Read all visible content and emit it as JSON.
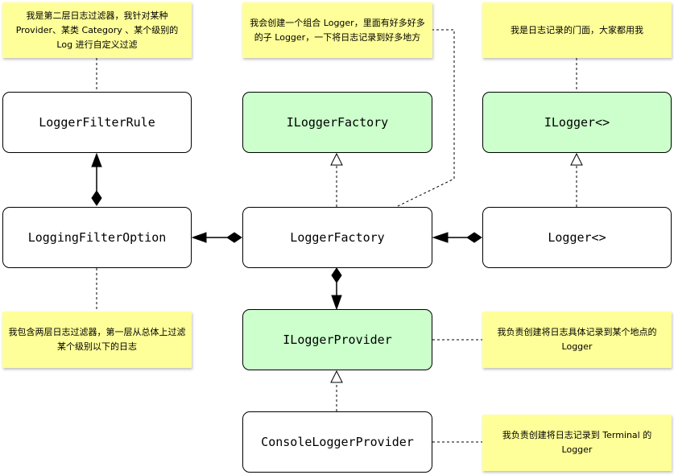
{
  "classes": {
    "logger_filter_rule": "LoggerFilterRule",
    "ilogger_factory": "ILoggerFactory",
    "ilogger": "ILogger<>",
    "logging_filter_option": "LoggingFilterOption",
    "logger_factory": "LoggerFactory",
    "logger": "Logger<>",
    "ilogger_provider": "ILoggerProvider",
    "console_logger_provider": "ConsoleLoggerProvider"
  },
  "notes": {
    "filter_rule": "我是第二层日志过滤器，我针对某种 Provider、某类 Category 、某个级别的 Log 进行自定义过滤",
    "factory": "我会创建一个组合 Logger，里面有好多好多的子 Logger，一下将日志记录到好多地方",
    "logger": "我是日志记录的门面，大家都用我",
    "filter_option": "我包含两层日志过滤器，第一层从总体上过滤某个级别以下的日志",
    "provider": "我负责创建将日志具体记录到某个地点的 Logger",
    "console_provider": "我负责创建将日志记录到 Terminal 的 Logger"
  },
  "colors": {
    "interface_fill": "#ccffcc",
    "class_fill": "#ffffff",
    "note_fill": "#ffff99",
    "line": "#000000"
  }
}
